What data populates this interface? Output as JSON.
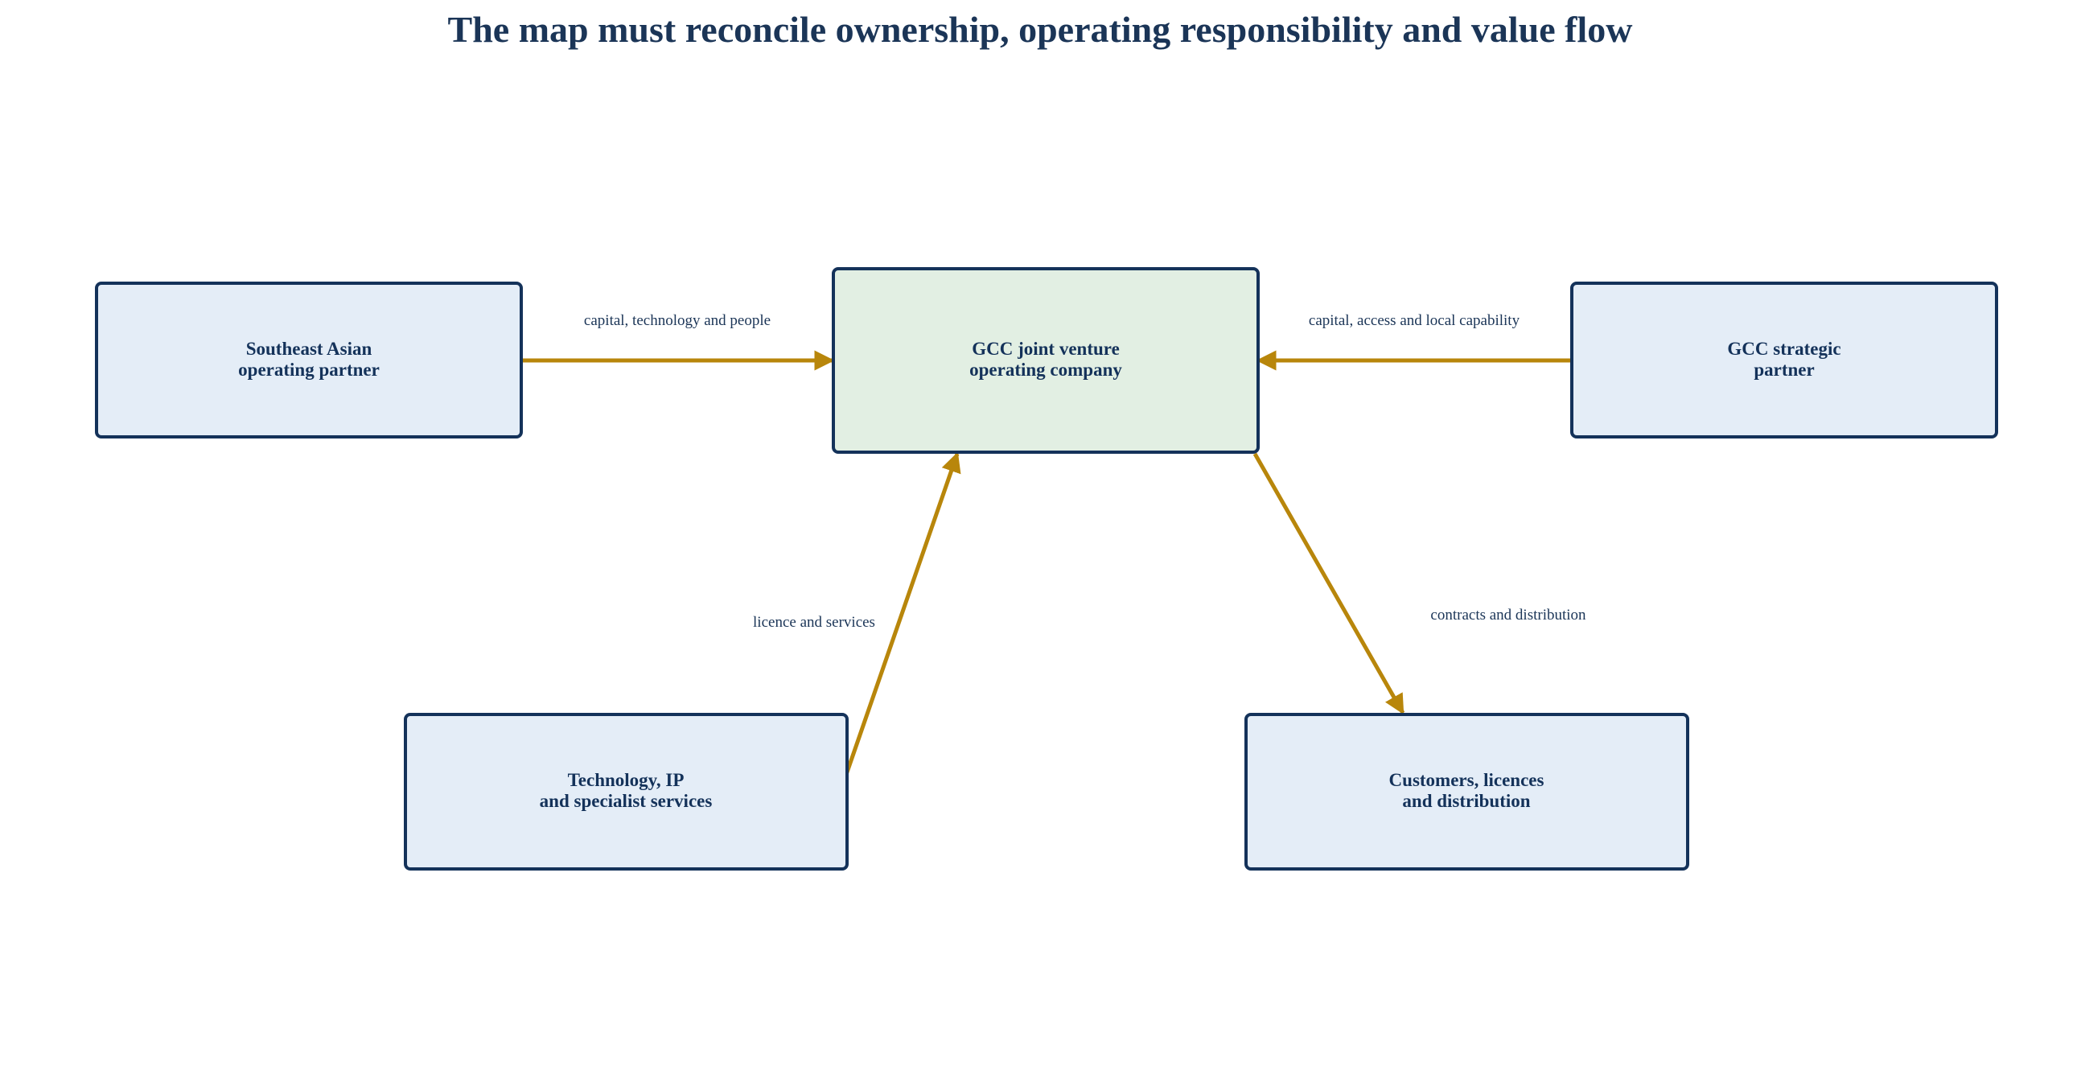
{
  "title": "The map must reconcile ownership, operating responsibility and value flow",
  "colors": {
    "title": "#1b3557",
    "box_border": "#14325a",
    "box_fill": "#e4edf7",
    "center_fill": "#e2efe3",
    "box_text": "#14325a",
    "arrow": "#b8860b",
    "edge_label": "#1b3557"
  },
  "nodes": {
    "sea_partner": {
      "line1": "Southeast Asian",
      "line2": "operating partner"
    },
    "gcc_jv": {
      "line1": "GCC joint venture",
      "line2": "operating company"
    },
    "gcc_partner": {
      "line1": "GCC strategic",
      "line2": "partner"
    },
    "tech_ip": {
      "line1": "Technology, IP",
      "line2": "and specialist services"
    },
    "customers": {
      "line1": "Customers, licences",
      "line2": "and distribution"
    }
  },
  "edges": {
    "sea_to_jv": "capital, technology and people",
    "gcc_to_jv": "capital, access and local capability",
    "tech_to_jv": "licence and services",
    "jv_to_customers": "contracts and distribution"
  }
}
